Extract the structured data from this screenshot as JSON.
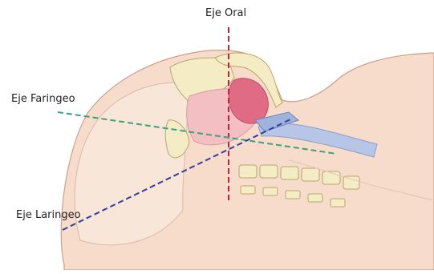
{
  "labels": {
    "oral": "Eje Oral",
    "faringeo": "Eje Faringeo",
    "laringeo": "Eje Laringeo"
  },
  "colors": {
    "skin": "#f7dccb",
    "skin_outline": "#c9a08a",
    "soft_tissue": "#f3bfc3",
    "tongue": "#e06b85",
    "bone": "#f4ecc4",
    "bone_outline": "#b9a46a",
    "tube": "#b7c6e6",
    "oral_axis": "#c21f3a",
    "pharyngeal_axis": "#3aa37c",
    "laryngeal_axis": "#2f3f9a"
  },
  "icons": [
    "head-profile",
    "laryngoscope-blade",
    "endotracheal-tube",
    "cervical-vertebrae"
  ]
}
